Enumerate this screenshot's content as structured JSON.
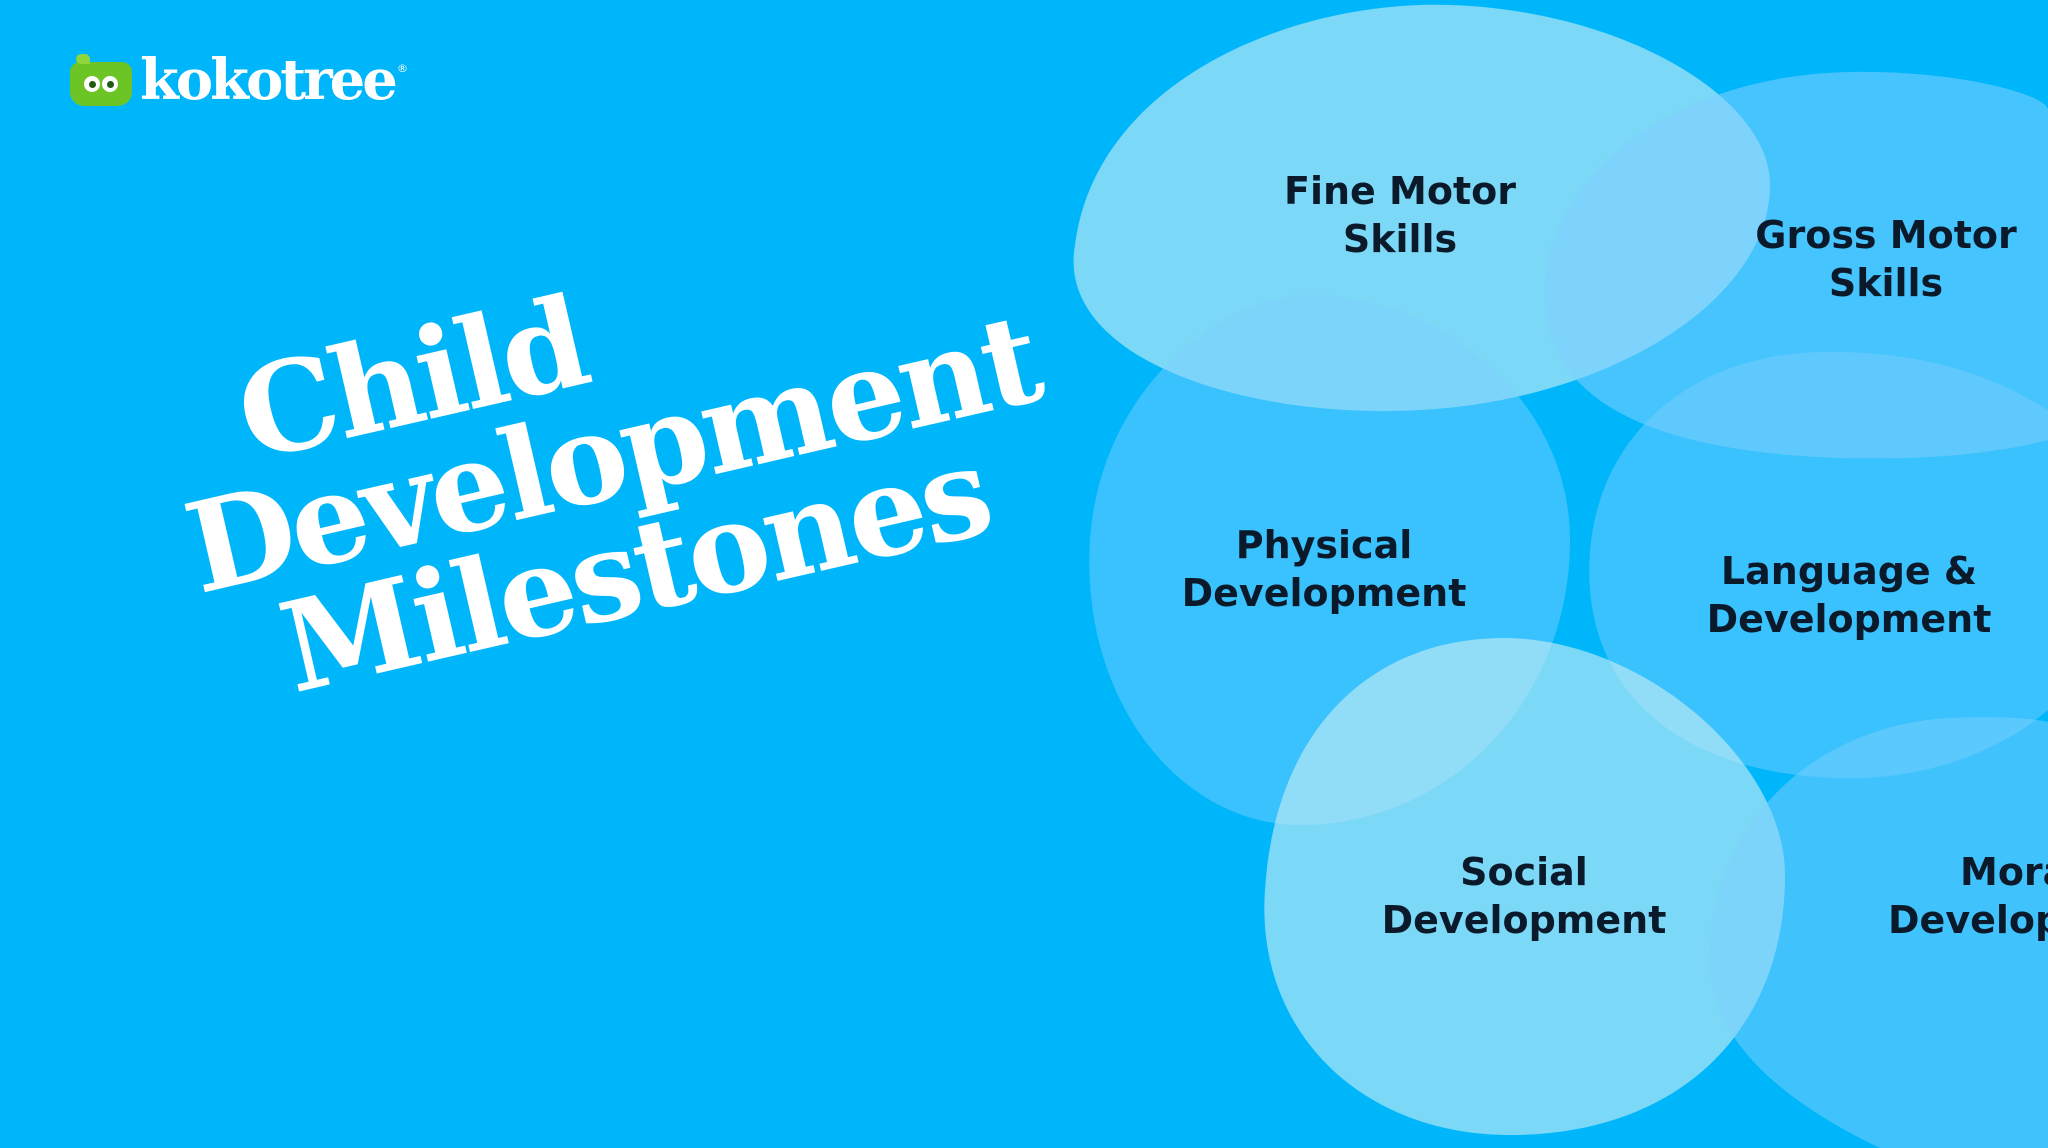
{
  "brand": {
    "logo_text": "kokotree",
    "logo_mark": "®",
    "logo_icon": "frog-face-icon"
  },
  "title": {
    "line1": "Child",
    "line2": "Development",
    "line3": "Milestones"
  },
  "milestones": [
    {
      "line1": "Fine Motor",
      "line2": "Skills"
    },
    {
      "line1": "Gross Motor",
      "line2": "Skills"
    },
    {
      "line1": "Physical",
      "line2": "Development"
    },
    {
      "line1": "Language &",
      "line2": "Development"
    },
    {
      "line1": "Social",
      "line2": "Development"
    },
    {
      "line1": "Mora",
      "line2": "Develop"
    }
  ],
  "colors": {
    "background": "#00b6fb",
    "blob_light": "#bfe8f0",
    "blob_blue": "#7fd0ff",
    "logo_green": "#6cc524",
    "title": "#ffffff",
    "label": "#0b1a2a"
  }
}
